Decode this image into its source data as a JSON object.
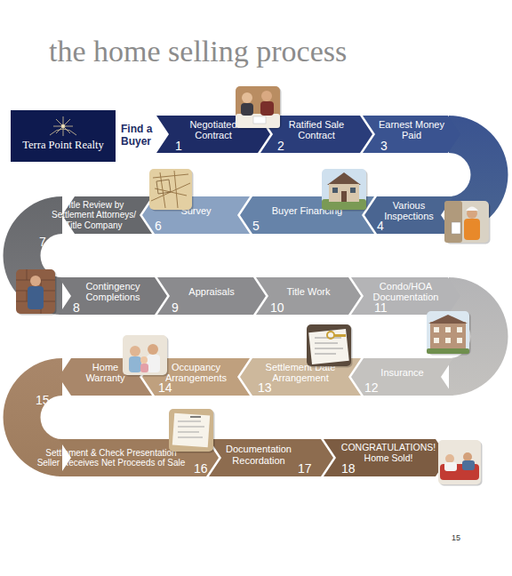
{
  "diagram": {
    "title": "the home selling process",
    "nodes": [
      {
        "text": [
          "Terra Point Realty"
        ]
      },
      {
        "text": [
          "Negotiated Contract",
          "1"
        ]
      },
      {
        "text": [
          "Ratified Sale Contract",
          "2"
        ]
      },
      {
        "text": [
          "Earnest Money Paid",
          "3"
        ]
      },
      {
        "text": [
          "Various Inspections",
          "4"
        ]
      },
      {
        "text": [
          "Buyer Financing",
          "5"
        ]
      },
      {
        "text": [
          "Survey",
          "6"
        ]
      },
      {
        "text": [
          "Title Review by Settlement Attorneys/ Title Company",
          "7"
        ]
      },
      {
        "text": [
          "Contingency Completions",
          "8"
        ]
      },
      {
        "text": [
          "Appraisals",
          "9"
        ]
      },
      {
        "text": [
          "Title Work",
          "10"
        ]
      },
      {
        "text": [
          "Condo/HOA Documentation",
          "11"
        ]
      },
      {
        "text": [
          "Insurance",
          "12"
        ]
      },
      {
        "text": [
          "Settlement Date Arrangement",
          "13"
        ]
      },
      {
        "text": [
          "Occupancy Arrangements",
          "14"
        ]
      },
      {
        "text": [
          "Home Warranty",
          "15"
        ]
      },
      {
        "text": [
          "Settlement & Check Presentation Seller Receives Net Proceeds of Sale",
          "16"
        ]
      },
      {
        "text": [
          "Documentation Recordation",
          "17"
        ]
      },
      {
        "text": [
          "CONGRATULATIONS! Home Sold!",
          "18"
        ]
      }
    ],
    "labels": [
      "Find a Buyer",
      "15"
    ]
  }
}
